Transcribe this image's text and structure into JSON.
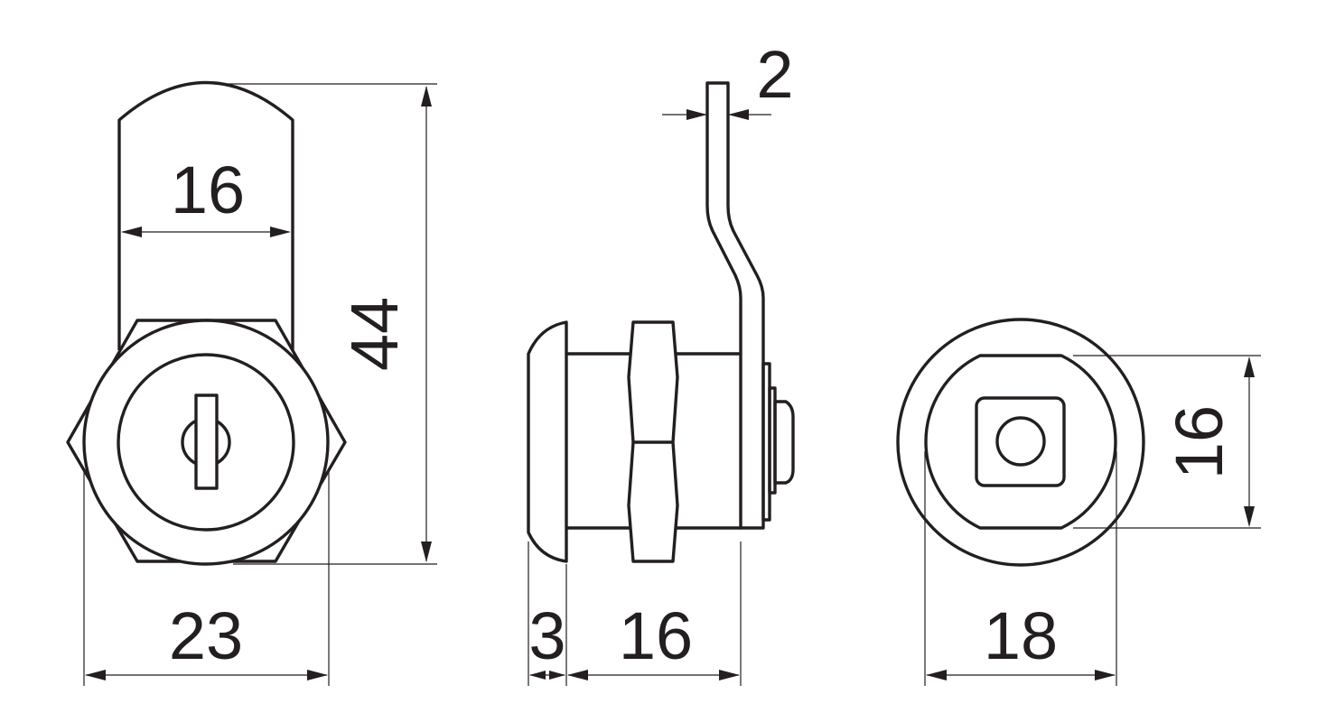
{
  "views": {
    "front": {
      "width_top": "16",
      "height_total": "44",
      "width_bottom": "23"
    },
    "side": {
      "cam_thickness": "2",
      "head_depth": "3",
      "body_length": "16"
    },
    "rear": {
      "flat_height": "16",
      "body_diameter": "18"
    }
  },
  "colors": {
    "line": "#231f20",
    "background": "#ffffff"
  }
}
